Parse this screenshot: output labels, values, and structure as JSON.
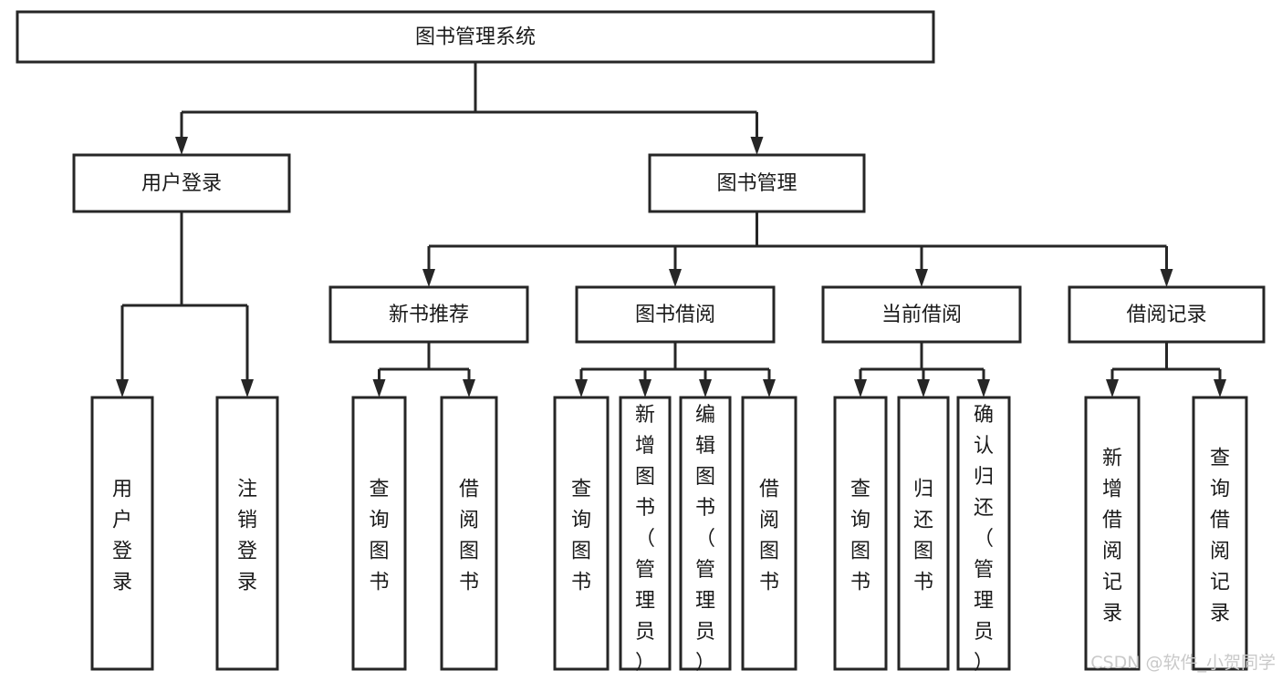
{
  "diagram": {
    "title": "图书管理系统",
    "type": "tree-hierarchy-chart",
    "watermark": "CSDN @软件_小贺同学",
    "colors": {
      "box_stroke": "#262626",
      "box_fill": "#ffffff",
      "text": "#1a1a1a",
      "watermark": "#c9c9c9",
      "background": "#ffffff"
    },
    "root": {
      "id": "root",
      "label": "图书管理系统",
      "orientation": "horizontal"
    },
    "level2": [
      {
        "id": "user-login",
        "label": "用户登录",
        "orientation": "horizontal"
      },
      {
        "id": "book-manage",
        "label": "图书管理",
        "orientation": "horizontal"
      }
    ],
    "level3": [
      {
        "id": "new-book-recommend",
        "label": "新书推荐",
        "orientation": "horizontal",
        "parent": "book-manage"
      },
      {
        "id": "book-borrow",
        "label": "图书借阅",
        "orientation": "horizontal",
        "parent": "book-manage"
      },
      {
        "id": "current-borrow",
        "label": "当前借阅",
        "orientation": "horizontal",
        "parent": "book-manage"
      },
      {
        "id": "borrow-record",
        "label": "借阅记录",
        "orientation": "horizontal",
        "parent": "book-manage"
      }
    ],
    "leaves": {
      "user-login": [
        {
          "id": "leaf-user-login",
          "label": "用户登录",
          "orientation": "vertical"
        },
        {
          "id": "leaf-logout",
          "label": "注销登录",
          "orientation": "vertical"
        }
      ],
      "new-book-recommend": [
        {
          "id": "leaf-query-book-1",
          "label": "查询图书",
          "orientation": "vertical"
        },
        {
          "id": "leaf-borrow-book-1",
          "label": "借阅图书",
          "orientation": "vertical"
        }
      ],
      "book-borrow": [
        {
          "id": "leaf-query-book-2",
          "label": "查询图书",
          "orientation": "vertical"
        },
        {
          "id": "leaf-add-book",
          "label": "新增图书（管理员）",
          "orientation": "vertical"
        },
        {
          "id": "leaf-edit-book",
          "label": "编辑图书（管理员）",
          "orientation": "vertical"
        },
        {
          "id": "leaf-borrow-book-2",
          "label": "借阅图书",
          "orientation": "vertical"
        }
      ],
      "current-borrow": [
        {
          "id": "leaf-query-book-3",
          "label": "查询图书",
          "orientation": "vertical"
        },
        {
          "id": "leaf-return-book",
          "label": "归还图书",
          "orientation": "vertical"
        },
        {
          "id": "leaf-confirm-return",
          "label": "确认归还（管理员）",
          "orientation": "vertical"
        }
      ],
      "borrow-record": [
        {
          "id": "leaf-add-record",
          "label": "新增借阅记录",
          "orientation": "vertical"
        },
        {
          "id": "leaf-query-record",
          "label": "查询借阅记录",
          "orientation": "vertical"
        }
      ]
    }
  }
}
